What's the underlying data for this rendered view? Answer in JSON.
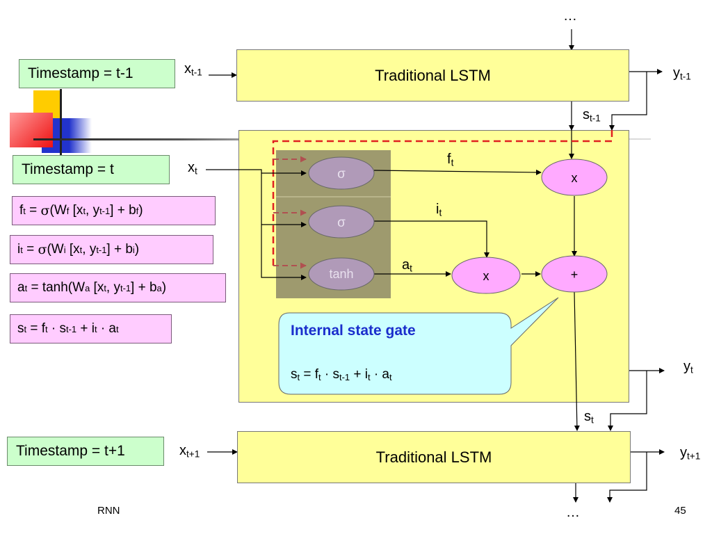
{
  "top_ellipsis": "…",
  "bottom_ellipsis": "…",
  "timestamps": {
    "prev": "Timestamp = t-1",
    "curr": "Timestamp = t",
    "next": "Timestamp = t+1"
  },
  "lstm_blocks": {
    "top_label": "Traditional LSTM",
    "bottom_label": "Traditional LSTM"
  },
  "io_labels": {
    "x_prev": {
      "base": "x",
      "sub": "t-1"
    },
    "x_curr": {
      "base": "x",
      "sub": "t"
    },
    "x_next": {
      "base": "x",
      "sub": "t+1"
    },
    "y_prev": {
      "base": "y",
      "sub": "t-1"
    },
    "y_curr": {
      "base": "y",
      "sub": "t"
    },
    "y_next": {
      "base": "y",
      "sub": "t+1"
    },
    "s_prev": {
      "base": "s",
      "sub": "t-1"
    },
    "s_curr": {
      "base": "s",
      "sub": "t"
    }
  },
  "gates": {
    "sigma1": "σ",
    "sigma2": "σ",
    "tanh": "tanh",
    "mult_top": "x",
    "mult_mid": "x",
    "add": "+"
  },
  "gate_labels": {
    "f": {
      "base": "f",
      "sub": "t"
    },
    "i": {
      "base": "i",
      "sub": "t"
    },
    "a": {
      "base": "a",
      "sub": "t"
    }
  },
  "callout": {
    "title": "Internal state gate"
  },
  "footer": {
    "left": "RNN",
    "page": "45"
  },
  "colors": {
    "lstm_fill": "#ffff99",
    "timestamp_fill": "#ccffcc",
    "formula_fill": "#ffccff",
    "gate_fill": "#ffaaff",
    "sigma_fill": "#b09ab8",
    "callout_fill": "#ccffff",
    "callout_title": "#1a2ecc",
    "dashed_line": "#e02020"
  }
}
